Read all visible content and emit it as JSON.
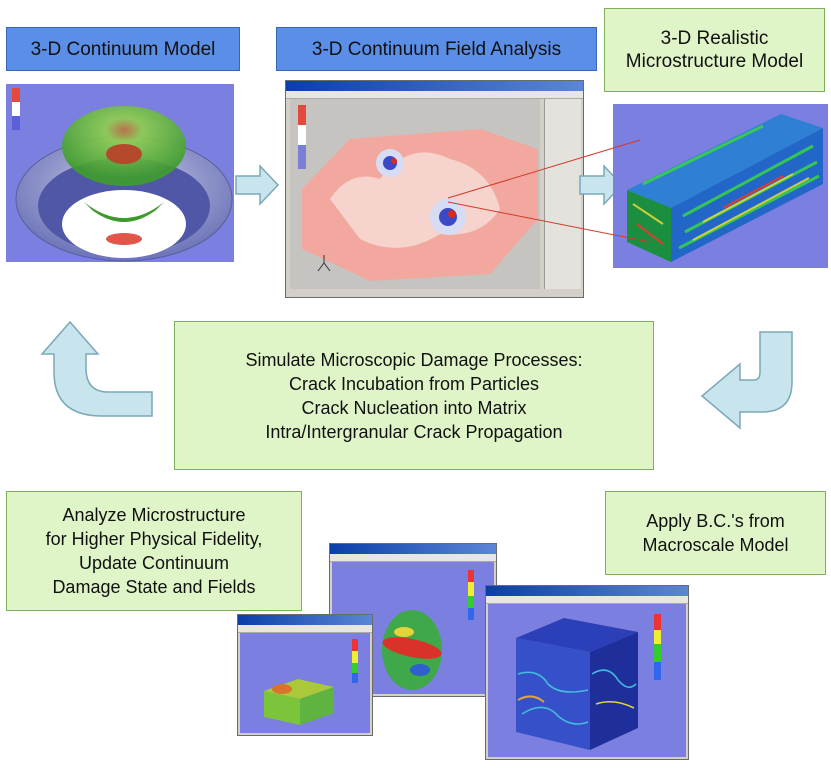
{
  "labels": {
    "continuum_model": "3-D Continuum Model",
    "field_analysis": "3-D Continuum Field Analysis",
    "realistic_model_line1": "3-D Realistic",
    "realistic_model_line2": "Microstructure Model",
    "simulate_title": "Simulate Microscopic Damage Processes:",
    "simulate_line1": "Crack Incubation from Particles",
    "simulate_line2": "Crack Nucleation into Matrix",
    "simulate_line3": "Intra/Intergranular Crack Propagation",
    "analyze_line1": "Analyze Microstructure",
    "analyze_line2": "for Higher Physical Fidelity,",
    "analyze_line3": "Update Continuum",
    "analyze_line4": "Damage State and Fields",
    "apply_line1": "Apply B.C.'s from",
    "apply_line2": "Macroscale Model"
  },
  "colors": {
    "label_blue": "#5b8ee6",
    "label_green": "#dff5c8",
    "arrow_fill": "#c8e4ec",
    "arrow_stroke": "#7aa8b8",
    "viz_background": "#7b7fe0"
  }
}
